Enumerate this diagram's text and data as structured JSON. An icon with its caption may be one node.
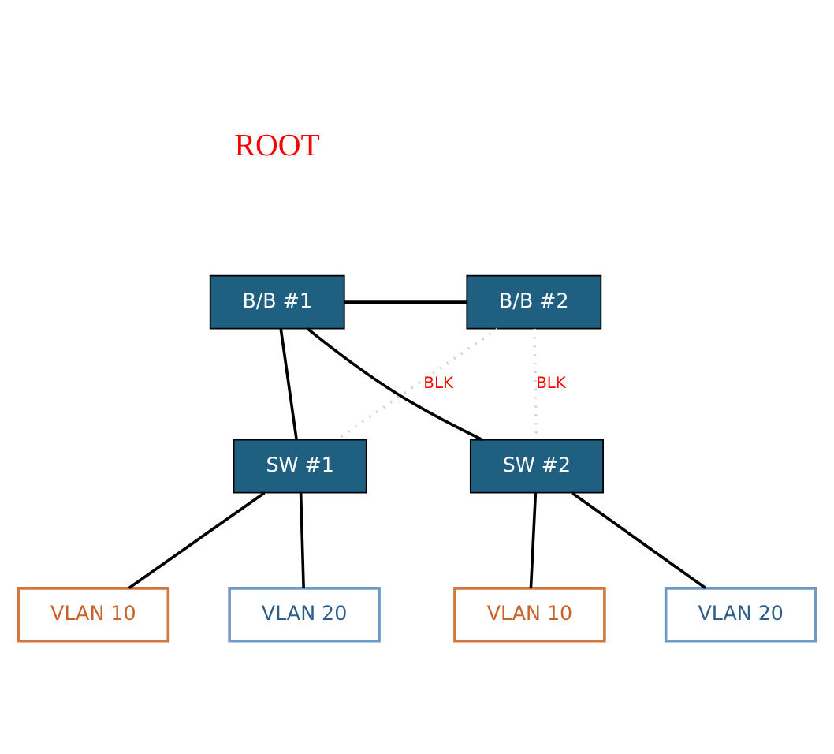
{
  "diagram": {
    "nodes": [
      {
        "text": [
          "B/B #1"
        ],
        "beside": [
          "ROOT"
        ]
      },
      {
        "text": [
          "B/B #2"
        ]
      },
      {
        "text": [
          "SW #1"
        ]
      },
      {
        "text": [
          "SW #2"
        ]
      },
      {
        "text": [
          "VLAN 10"
        ]
      },
      {
        "text": [
          "VLAN 20"
        ]
      },
      {
        "text": [
          "VLAN 10"
        ]
      },
      {
        "text": [
          "VLAN 20"
        ]
      }
    ],
    "edges": [
      {
        "from": 0,
        "to": 1,
        "arrow": "none"
      },
      {
        "from": 0,
        "to": 2,
        "arrow": "none"
      },
      {
        "from": 0,
        "to": 3,
        "arrow": "none"
      },
      {
        "from": 1,
        "to": 2,
        "arrow": "none",
        "label": "BLK",
        "style": "dashed",
        "color": "#cccccc"
      },
      {
        "from": 1,
        "to": 3,
        "arrow": "none",
        "label": "BLK",
        "style": "dashed",
        "color": "#cccccc"
      },
      {
        "from": 2,
        "to": 4,
        "arrow": "none"
      },
      {
        "from": 2,
        "to": 5,
        "arrow": "none"
      },
      {
        "from": 3,
        "to": 6,
        "arrow": "none"
      },
      {
        "from": 3,
        "to": 7,
        "arrow": "none"
      }
    ]
  }
}
